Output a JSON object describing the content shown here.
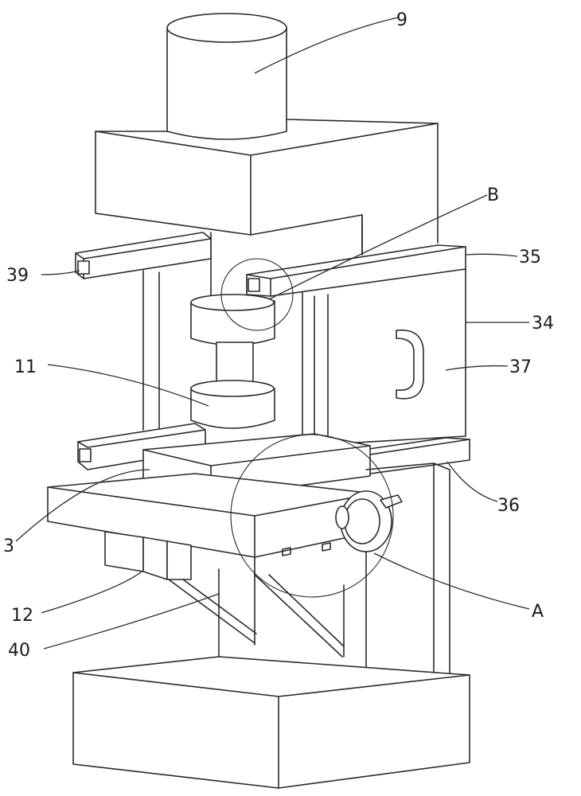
{
  "figure": {
    "labels": {
      "l9": "9",
      "lB": "B",
      "l39": "39",
      "l35": "35",
      "l34": "34",
      "l11": "11",
      "l37": "37",
      "l3": "3",
      "l36": "36",
      "lA": "A",
      "l12": "12",
      "l40": "40"
    },
    "colors": {
      "stroke": "#2a2a2a",
      "background": "#ffffff"
    }
  }
}
